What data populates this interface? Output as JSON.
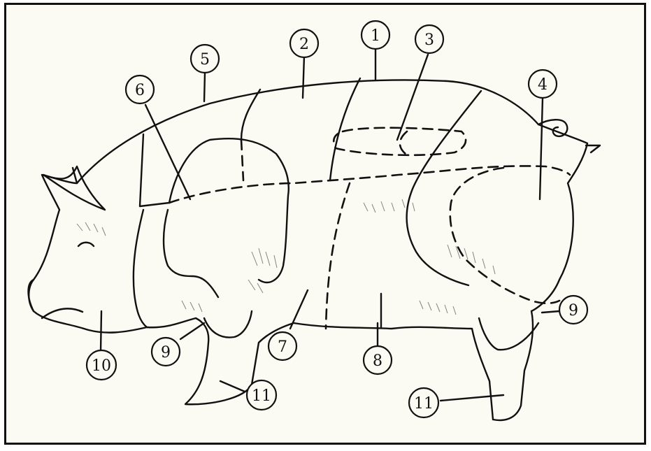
{
  "labels": {
    "l1": "1",
    "l2": "2",
    "l3": "3",
    "l4": "4",
    "l5": "5",
    "l6": "6",
    "l7": "7",
    "l8": "8",
    "l9a": "9",
    "l9b": "9",
    "l10": "10",
    "l11a": "11",
    "l11b": "11"
  }
}
